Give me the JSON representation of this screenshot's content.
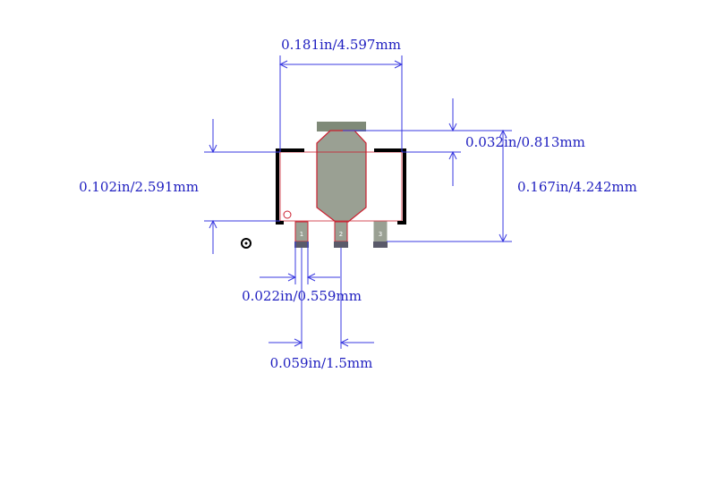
{
  "dimensions": {
    "width_top": "0.181in/4.597mm",
    "tab_height": "0.032in/0.813mm",
    "body_height": "0.102in/2.591mm",
    "total_height": "0.167in/4.242mm",
    "pin_width": "0.022in/0.559mm",
    "pin_pitch": "0.059in/1.5mm"
  },
  "pins": [
    "1",
    "2",
    "3"
  ],
  "colors": {
    "dimension_line": "#3a3ae0",
    "dimension_text": "#2020c0",
    "pad_fill": "#9aa093",
    "pad_outline": "#cc2030",
    "silkscreen": "#000000",
    "pin_foot": "#5a5a6a"
  }
}
